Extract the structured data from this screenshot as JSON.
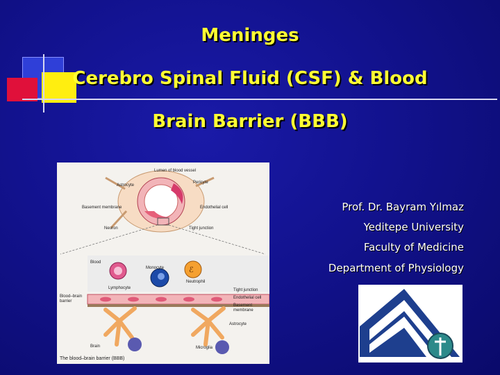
{
  "slide": {
    "title": "Meninges",
    "subtitle_line1": "Cerebro Spinal Fluid (CSF) & Blood",
    "subtitle_line2": "Brain Barrier (BBB)",
    "author": "Prof. Dr. Bayram Yılmaz",
    "university": "Yeditepe University",
    "faculty": "Faculty of Medicine",
    "department": "Department of Physiology",
    "colors": {
      "background": "#12128e",
      "title": "#ffff33",
      "text": "#ffffff"
    }
  },
  "figure": {
    "labels": {
      "lumen": "Lumen of blood vessel",
      "astrocyte_top": "Astrocyte",
      "pericyte": "Pericyte",
      "basement": "Basement membrane",
      "endothelial": "Endothelial cell",
      "neuron": "Neuron",
      "tight_top": "Tight junction",
      "blood": "Blood",
      "monocyte": "Monocyte",
      "lymphocyte": "Lymphocyte",
      "neutrophil": "Neutrophil",
      "tight_bottom": "Tight junction",
      "endothelial_bottom": "Endothelial cell",
      "basement_bottom_1": "Basement",
      "basement_bottom_2": "membrane",
      "bbb_1": "Blood–brain",
      "bbb_2": "barrier",
      "astrocyte_bottom": "Astrocyte",
      "brain": "Brain",
      "microglia": "Microglia",
      "caption": "The blood–brain barrier (BBB)"
    }
  }
}
